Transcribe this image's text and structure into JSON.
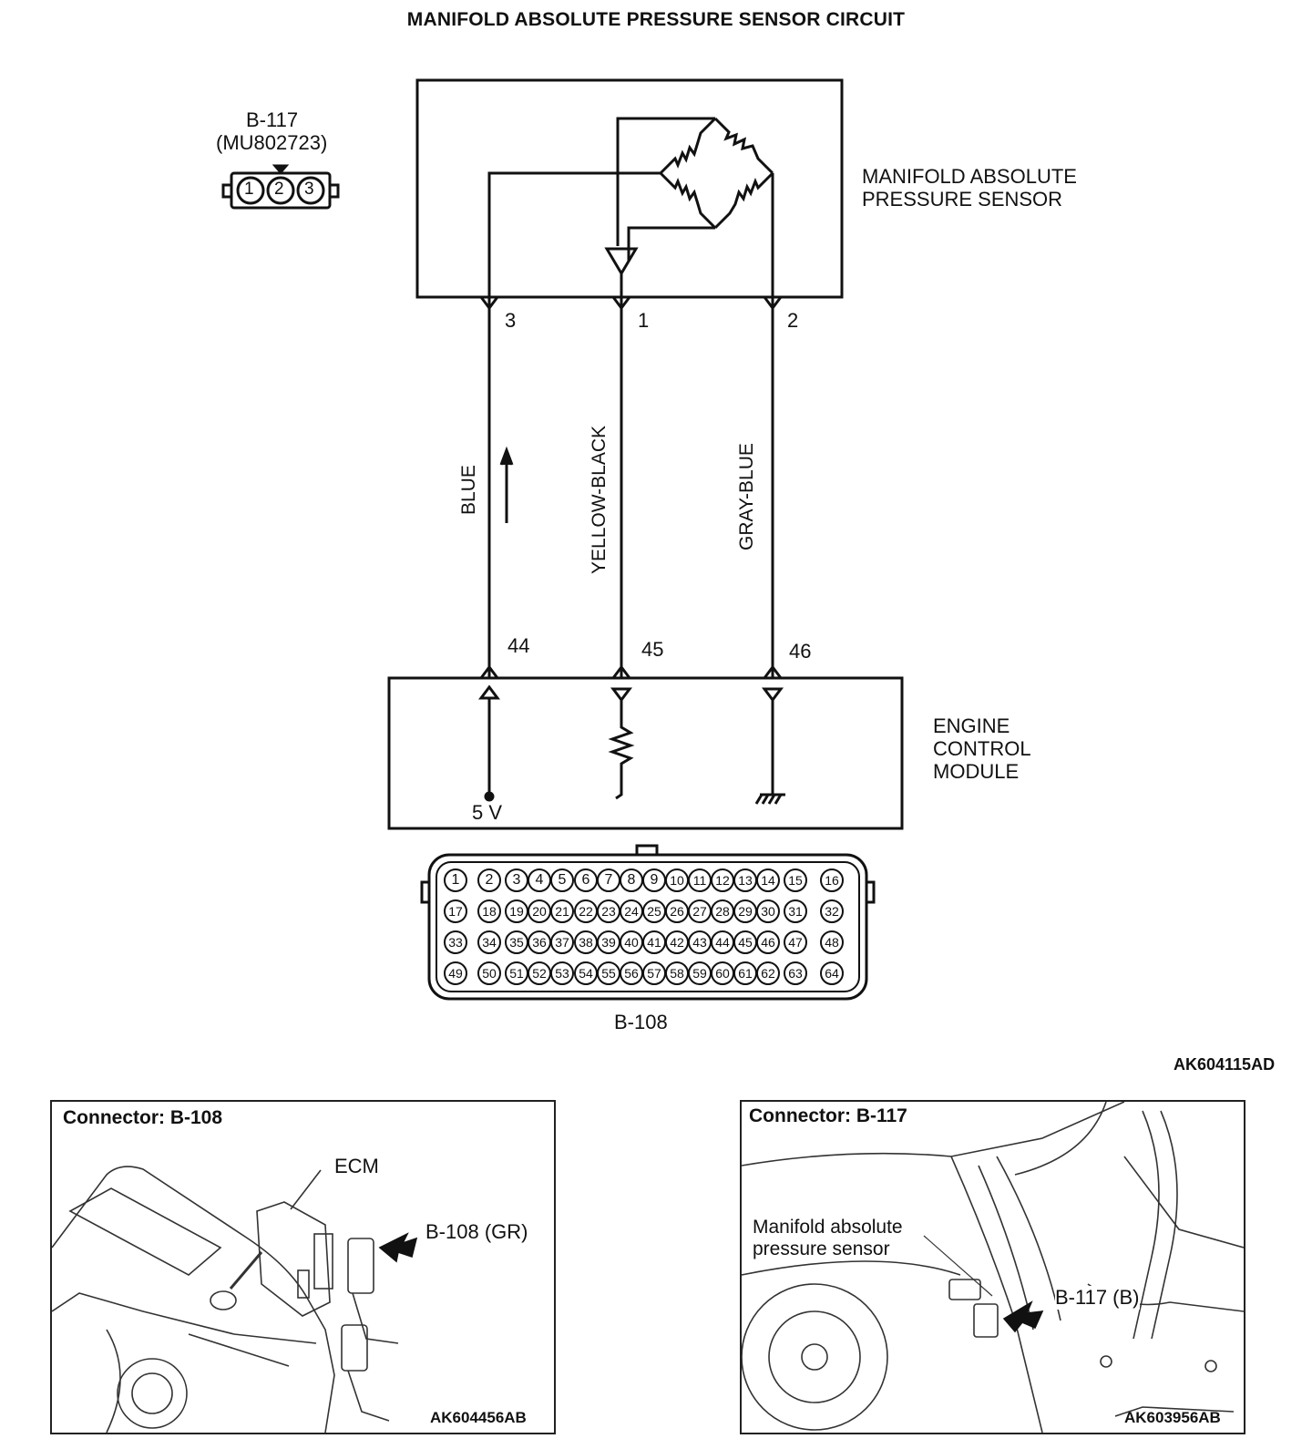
{
  "title": "MANIFOLD ABSOLUTE PRESSURE SENSOR CIRCUIT",
  "sensor_connector": {
    "id": "B-117",
    "part": "(MU802723)",
    "pins": [
      "1",
      "2",
      "3"
    ]
  },
  "sensor": {
    "line1": "MANIFOLD ABSOLUTE",
    "line2": "PRESSURE SENSOR"
  },
  "sensor_pins": {
    "left": "3",
    "middle": "1",
    "right": "2"
  },
  "wires": {
    "left": "BLUE",
    "middle": "YELLOW-BLACK",
    "right": "GRAY-BLUE"
  },
  "ecm_pins": {
    "left": "44",
    "middle": "45",
    "right": "46"
  },
  "ecm": {
    "line1": "ENGINE",
    "line2": "CONTROL",
    "line3": "MODULE",
    "supply": "5 V"
  },
  "ecm_connector": {
    "id": "B-108",
    "rows": [
      [
        "1",
        "2",
        "3",
        "4",
        "5",
        "6",
        "7",
        "8",
        "9",
        "10",
        "11",
        "12",
        "13",
        "14",
        "15",
        "16"
      ],
      [
        "17",
        "18",
        "19",
        "20",
        "21",
        "22",
        "23",
        "24",
        "25",
        "26",
        "27",
        "28",
        "29",
        "30",
        "31",
        "32"
      ],
      [
        "33",
        "34",
        "35",
        "36",
        "37",
        "38",
        "39",
        "40",
        "41",
        "42",
        "43",
        "44",
        "45",
        "46",
        "47",
        "48"
      ],
      [
        "49",
        "50",
        "51",
        "52",
        "53",
        "54",
        "55",
        "56",
        "57",
        "58",
        "59",
        "60",
        "61",
        "62",
        "63",
        "64"
      ]
    ]
  },
  "figure_code": "AK604115AD",
  "panel_left": {
    "title": "Connector: B-108",
    "ecm_label": "ECM",
    "connector_label": "B-108 (GR)",
    "code": "AK604456AB"
  },
  "panel_right": {
    "title": "Connector: B-117",
    "sensor_line1": "Manifold absolute",
    "sensor_line2": "pressure sensor",
    "connector_label": "B-117 (B)",
    "code": "AK603956AB"
  }
}
